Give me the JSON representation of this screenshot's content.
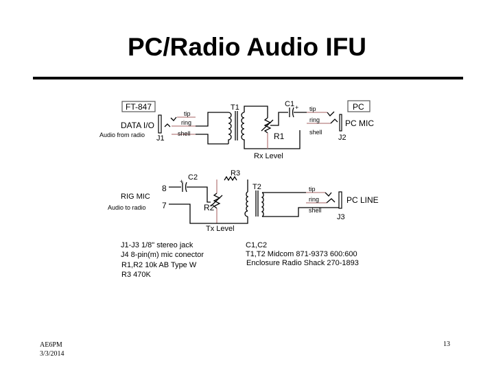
{
  "slide": {
    "title": "PC/Radio Audio IFU",
    "footer": {
      "author": "AE6PM",
      "date": "3/3/2014",
      "page_number": "13"
    }
  },
  "schematic": {
    "rx_section": {
      "radio_box": "FT-847",
      "radio_port": "DATA I/O",
      "radio_note": "Audio from radio",
      "jack_in": "J1",
      "jack_in_pins": [
        "tip",
        "ring",
        "shell"
      ],
      "transformer": "T1",
      "pot": "R1",
      "pot_label": "Rx Level",
      "capacitor": "C1",
      "cap_polarity": "+",
      "jack_out_pins": [
        "tip",
        "ring",
        "shell"
      ],
      "pc_box": "PC",
      "pc_port": "PC MIC",
      "jack_out": "J2"
    },
    "tx_section": {
      "radio_port": "RIG MIC",
      "radio_note": "Audio to radio",
      "pins": [
        "8",
        "7"
      ],
      "capacitor": "C2",
      "cap_polarity": "+",
      "resistor": "R3",
      "pot": "R2",
      "pot_label": "Tx Level",
      "transformer": "T2",
      "jack_pins": [
        "tip",
        "ring",
        "shell"
      ],
      "pc_port": "PC LINE",
      "jack": "J3"
    },
    "parts_list_left": [
      "J1-J3  1/8\" stereo jack",
      "J4  8-pin(m) mic conector",
      "R1,R2  10k AB Type W",
      "R3  470K"
    ],
    "parts_list_right": [
      "C1,C2",
      "T1,T2  Midcom 871-9373 600:600",
      "Enclosure  Radio Shack 270-1893"
    ]
  }
}
